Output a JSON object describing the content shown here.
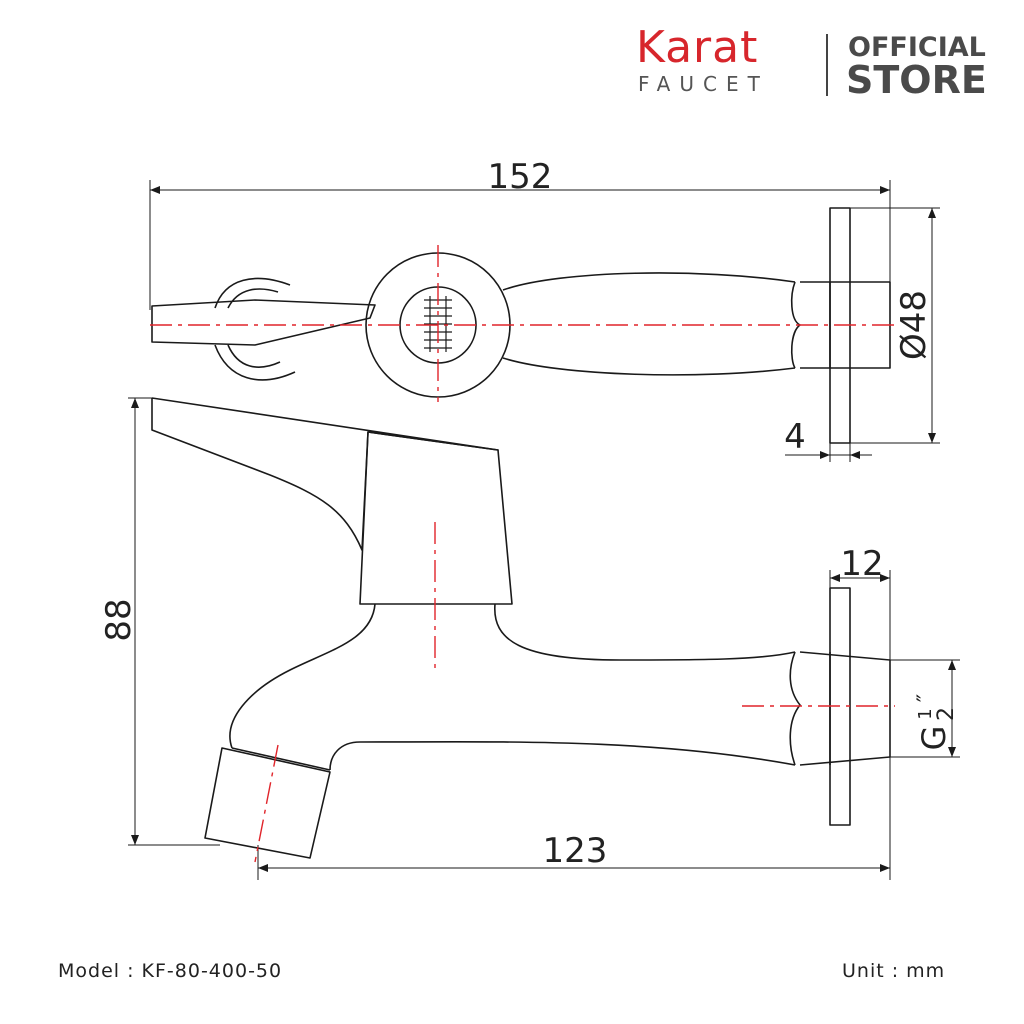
{
  "brand": {
    "name": "Karat",
    "sub": "FAUCET",
    "official": "OFFICIAL",
    "store": "STORE",
    "brand_color": "#d7262c"
  },
  "dimensions": {
    "total_length": "152",
    "flange_diameter": "Ø48",
    "flange_thickness": "4",
    "height": "88",
    "thread_length": "12",
    "thread_size_prefix": "G",
    "thread_size_num": "1",
    "thread_size_den": "2",
    "thread_size_inch": "″",
    "spout_reach": "123"
  },
  "footer": {
    "model": "Model : KF-80-400-50",
    "unit": "Unit : mm"
  },
  "colors": {
    "outline": "#1a1a1a",
    "centerline": "#e0242a"
  }
}
